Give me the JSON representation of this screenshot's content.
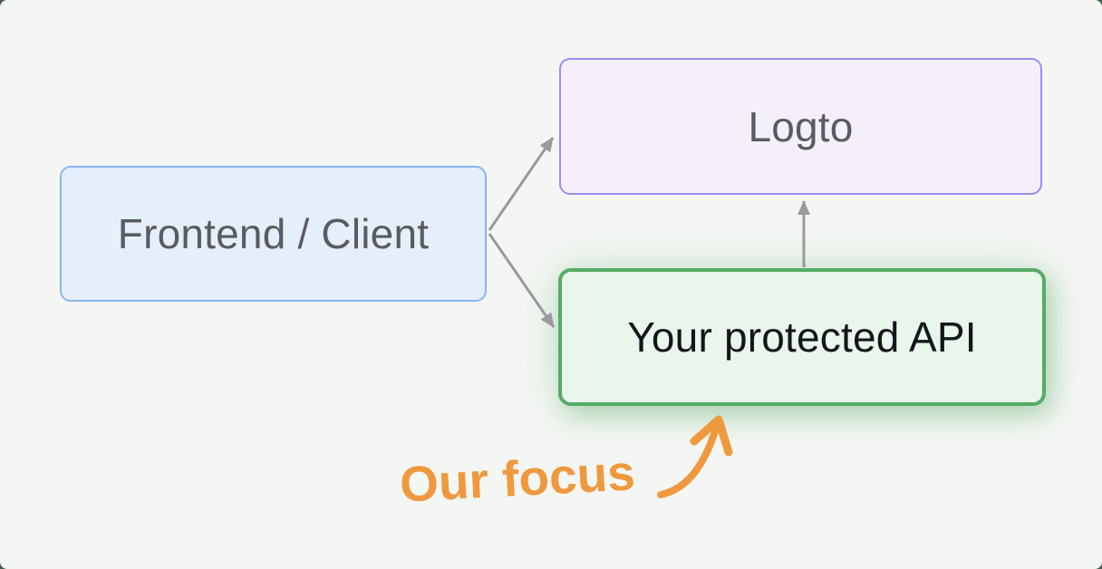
{
  "diagram": {
    "nodes": {
      "frontend": {
        "label": "Frontend / Client"
      },
      "logto": {
        "label": "Logto"
      },
      "api": {
        "label": "Your protected API"
      }
    },
    "annotation": {
      "label": "Our focus"
    },
    "edges": [
      {
        "from": "frontend",
        "to": "logto"
      },
      {
        "from": "frontend",
        "to": "api"
      },
      {
        "from": "api",
        "to": "logto"
      }
    ]
  },
  "colors": {
    "outer_bg": "#41604e",
    "canvas_bg": "#f4f6f3",
    "blue_fill": "#e5effb",
    "blue_border": "#8ab5ef",
    "purple_fill": "#f5effb",
    "purple_border": "#9c8cf2",
    "green_fill": "#e9f6ec",
    "green_border": "#56ac66",
    "arrow_gray": "#9a9a9a",
    "accent_orange": "#ef993f",
    "label_gray": "#5a5b60",
    "label_dark": "#141619"
  }
}
